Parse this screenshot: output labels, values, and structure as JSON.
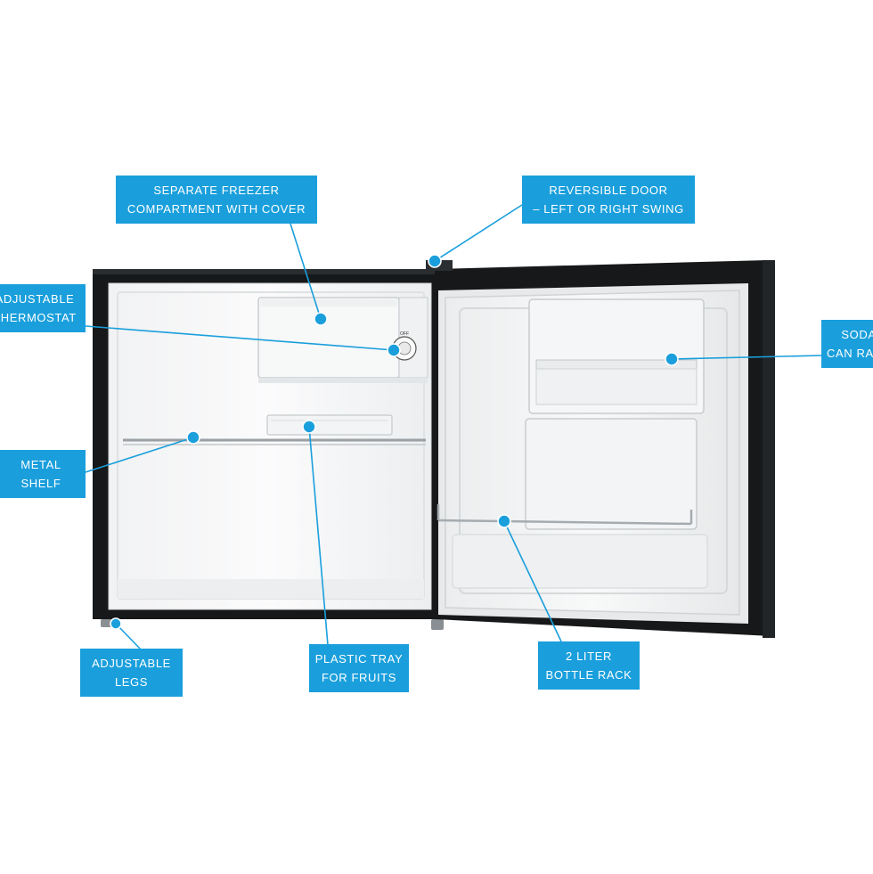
{
  "diagram": {
    "subject": "Compact refrigerator with door open",
    "accent_color": "#1a9fdc",
    "dial_marking": "OFF",
    "callouts": [
      {
        "id": "freezer",
        "lines": [
          "SEPARATE FREEZER",
          "COMPARTMENT WITH COVER"
        ]
      },
      {
        "id": "door",
        "lines": [
          "REVERSIBLE DOOR",
          "– LEFT OR RIGHT SWING"
        ]
      },
      {
        "id": "thermostat",
        "lines": [
          "ADJUSTABLE",
          "THERMOSTAT"
        ]
      },
      {
        "id": "soda",
        "lines": [
          "SODA",
          "CAN RACK"
        ]
      },
      {
        "id": "shelf",
        "lines": [
          "METAL",
          "SHELF"
        ]
      },
      {
        "id": "legs",
        "lines": [
          "ADJUSTABLE",
          "LEGS"
        ]
      },
      {
        "id": "tray",
        "lines": [
          "PLASTIC TRAY",
          "FOR FRUITS"
        ]
      },
      {
        "id": "bottle",
        "lines": [
          "2 LITER",
          "BOTTLE RACK"
        ]
      }
    ]
  }
}
